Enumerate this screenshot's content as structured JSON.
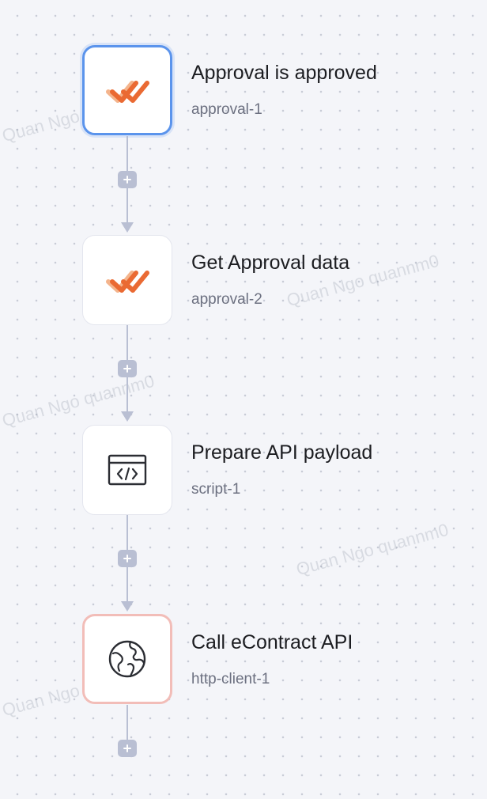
{
  "watermark": "Quan Ngo quannm0",
  "icon_colors": {
    "approval_primary": "#ea6a33",
    "approval_shadow": "#f4b48c",
    "outline": "#2b2d33"
  },
  "nodes": [
    {
      "title": "Approval is approved",
      "id": "approval-1",
      "icon": "approval-check-icon",
      "state": "selected"
    },
    {
      "title": "Get Approval data",
      "id": "approval-2",
      "icon": "approval-check-icon",
      "state": "normal"
    },
    {
      "title": "Prepare API payload",
      "id": "script-1",
      "icon": "code-window-icon",
      "state": "normal"
    },
    {
      "title": "Call eContract API",
      "id": "http-client-1",
      "icon": "globe-icon",
      "state": "error"
    }
  ]
}
